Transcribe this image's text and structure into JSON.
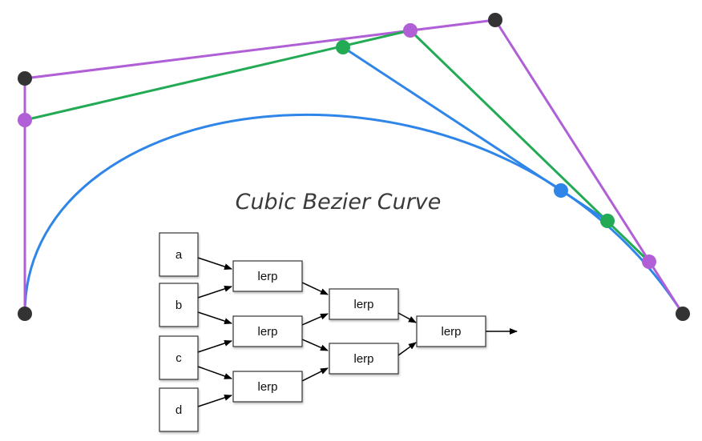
{
  "title": "Cubic Bezier Curve",
  "colors": {
    "control_polygon": "#b05fd6",
    "second_level": "#22aa55",
    "third_level": "#2f86e8",
    "curve": "#2f86e8",
    "control_point": "#333333"
  },
  "inputs": [
    "a",
    "b",
    "c",
    "d"
  ],
  "lerp_label": "lerp"
}
